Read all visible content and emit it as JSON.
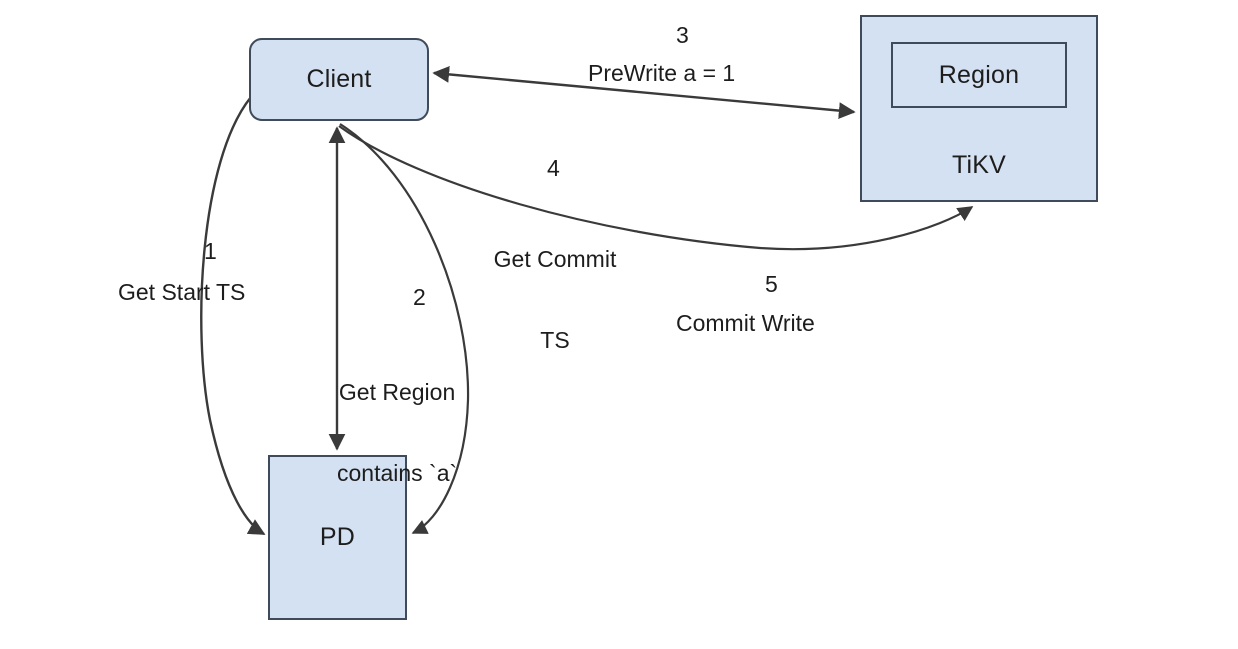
{
  "diagram": {
    "title": "TiKV distributed transaction flow",
    "colors": {
      "node_fill": "#d4e1f2",
      "node_border": "#3f4b5b",
      "edge_stroke": "#3a3a3a",
      "text": "#1d1d1d",
      "background": "#ffffff"
    },
    "nodes": [
      {
        "id": "client",
        "label": "Client",
        "shape": "rounded-rect"
      },
      {
        "id": "tikv",
        "label": "TiKV",
        "shape": "rect"
      },
      {
        "id": "region",
        "label": "Region",
        "shape": "rect"
      },
      {
        "id": "pd",
        "label": "PD",
        "shape": "rect"
      }
    ],
    "edges": [
      {
        "step": "1",
        "label": "Get Start TS",
        "from": "client",
        "to": "pd",
        "style": "curved",
        "arrow": "single"
      },
      {
        "step": "2",
        "label_line1": "Get Region",
        "label_line2": "contains `a`",
        "from": "client",
        "to": "pd",
        "style": "straight-and-curved",
        "arrow": "double"
      },
      {
        "step": "3",
        "label": "PreWrite a = 1",
        "from": "client",
        "to": "tikv",
        "style": "straight",
        "arrow": "double"
      },
      {
        "step": "4",
        "label_line1": "Get Commit",
        "label_line2": "TS",
        "from": "client",
        "to": "pd",
        "style": "curved",
        "arrow": "single"
      },
      {
        "step": "5",
        "label": "Commit Write",
        "from": "client",
        "to": "tikv",
        "style": "curved",
        "arrow": "single"
      }
    ]
  }
}
